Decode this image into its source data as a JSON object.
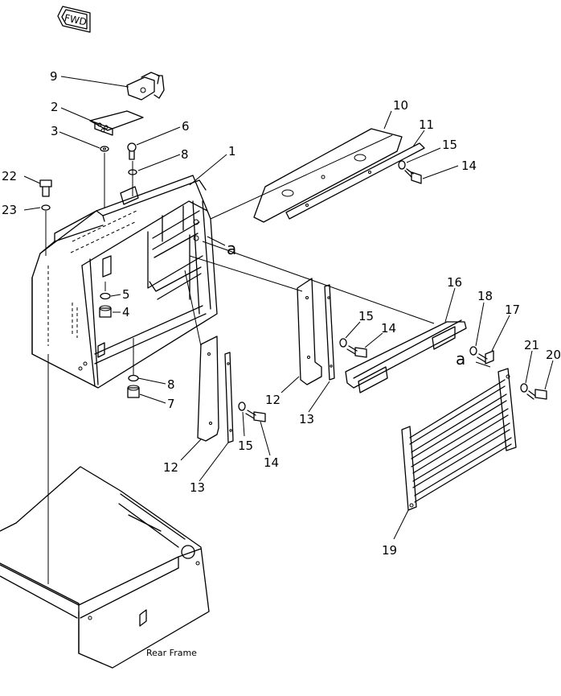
{
  "fwd_badge": {
    "text": "FWD"
  },
  "frame_caption": "Rear Frame",
  "reference_letter": "a",
  "callouts": [
    "1",
    "2",
    "3",
    "4",
    "5",
    "6",
    "7",
    "8",
    "9",
    "10",
    "11",
    "12",
    "13",
    "14",
    "15",
    "16",
    "17",
    "18",
    "19",
    "20",
    "21",
    "22",
    "23"
  ],
  "callout_repeats": {
    "8": 2,
    "12": 2,
    "13": 2,
    "14": 3,
    "15": 3
  }
}
